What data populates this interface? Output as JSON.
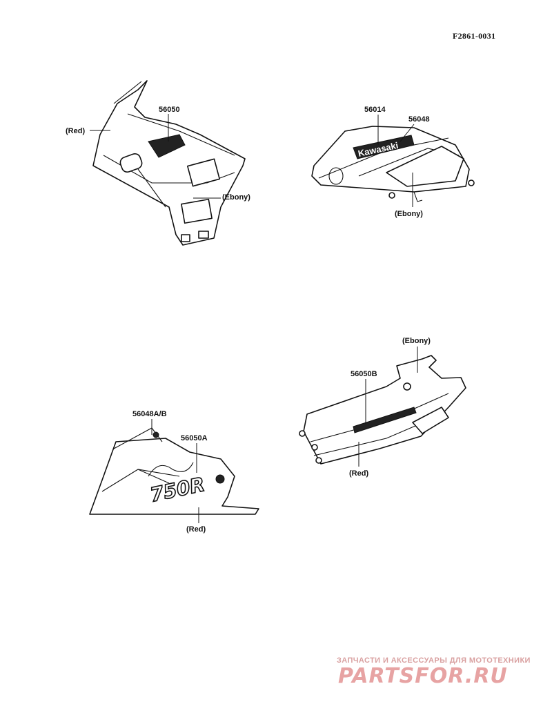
{
  "figure_code": "F2861-0031",
  "labels": {
    "p56050": "56050",
    "red_tl": "(Red)",
    "ebony_tl": "(Ebony)",
    "p56014": "56014",
    "p56048": "56048",
    "ebony_tr": "(Ebony)",
    "p56048ab": "56048A/B",
    "p56050a": "56050A",
    "red_bl": "(Red)",
    "ebony_br": "(Ebony)",
    "p56050b": "56050B",
    "red_br": "(Red)"
  },
  "decals": {
    "brand": "Kawasaki",
    "model": "750R"
  },
  "watermark": {
    "tagline": "ЗАПЧАСТИ И АКСЕССУАРЫ ДЛЯ МОТОТЕХНИКИ",
    "logo": "PARTSFOR.RU"
  }
}
